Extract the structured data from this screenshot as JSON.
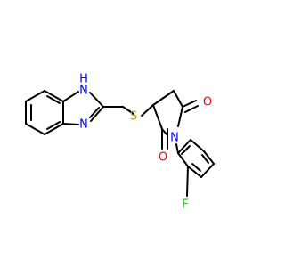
{
  "molecule": {
    "atom_labels": {
      "nh": "H",
      "n1": "N",
      "n2": "N",
      "s": "S",
      "n_imide": "N",
      "o_top": "O",
      "o_bottom": "O",
      "f": "F"
    },
    "colors": {
      "bond": "#000000",
      "nitrogen": "#0000ff",
      "sulfur": "#b8a000",
      "oxygen": "#ff0000",
      "fluorine": "#2db92d"
    }
  }
}
